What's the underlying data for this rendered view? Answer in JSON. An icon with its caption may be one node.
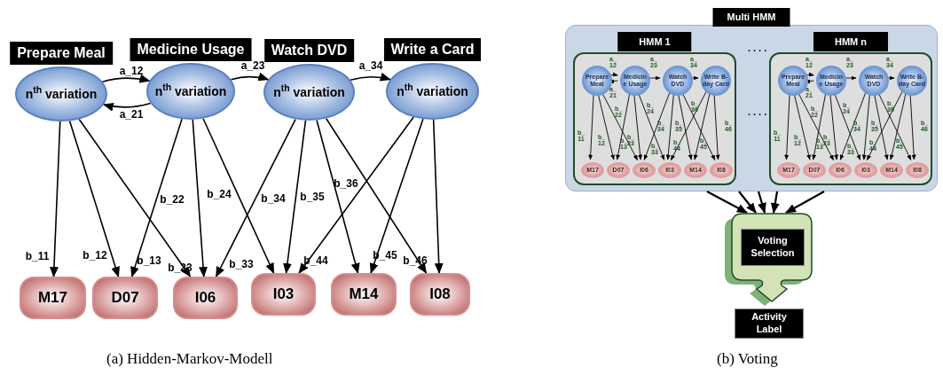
{
  "diagram": {
    "nodes": [
      {
        "text": [
          "Prepare Meal",
          "n$^{th}$ variation"
        ]
      },
      {
        "text": [
          "Medicine Usage",
          "n$^{th}$ variation"
        ]
      },
      {
        "text": [
          "Watch DVD",
          "n$^{th}$ variation"
        ]
      },
      {
        "text": [
          "Write a Card",
          "n$^{th}$ variation"
        ]
      },
      {
        "text": [
          "M17"
        ]
      },
      {
        "text": [
          "D07"
        ]
      },
      {
        "text": [
          "I06"
        ]
      },
      {
        "text": [
          "I03"
        ]
      },
      {
        "text": [
          "M14"
        ]
      },
      {
        "text": [
          "I08"
        ]
      },
      {
        "text": [
          "Multi HMM"
        ]
      },
      {
        "text": [
          "HMM 1"
        ],
        "in": 10
      },
      {
        "text": [
          "Prepare Meal"
        ],
        "in": 11
      },
      {
        "text": [
          "Medicin e Usage"
        ],
        "in": 11
      },
      {
        "text": [
          "Watch DVD"
        ],
        "in": 11
      },
      {
        "text": [
          "Write B-day Card"
        ],
        "in": 11
      },
      {
        "text": [
          "M17"
        ],
        "in": 11
      },
      {
        "text": [
          "D07"
        ],
        "in": 11
      },
      {
        "text": [
          "I06"
        ],
        "in": 11
      },
      {
        "text": [
          "I03"
        ],
        "in": 11
      },
      {
        "text": [
          "M14"
        ],
        "in": 11
      },
      {
        "text": [
          "I08"
        ],
        "in": 11
      },
      {
        "text": [
          "HMM n"
        ],
        "in": 10
      },
      {
        "text": [
          "Prepare Meal"
        ],
        "in": 22
      },
      {
        "text": [
          "Medicin e Usage"
        ],
        "in": 22
      },
      {
        "text": [
          "Watch DVD"
        ],
        "in": 22
      },
      {
        "text": [
          "Write B-day Card"
        ],
        "in": 22
      },
      {
        "text": [
          "M17"
        ],
        "in": 22
      },
      {
        "text": [
          "D07"
        ],
        "in": 22
      },
      {
        "text": [
          "I06"
        ],
        "in": 22
      },
      {
        "text": [
          "I03"
        ],
        "in": 22
      },
      {
        "text": [
          "M14"
        ],
        "in": 22
      },
      {
        "text": [
          "I08"
        ],
        "in": 22
      },
      {
        "text": [
          "Voting Selection"
        ]
      },
      {
        "text": [
          "Activity Label"
        ]
      }
    ],
    "edges": [
      {
        "from": 0,
        "to": 1,
        "arrow": "to",
        "label": "a_12"
      },
      {
        "from": 1,
        "to": 0,
        "arrow": "to",
        "label": "a_21"
      },
      {
        "from": 1,
        "to": 2,
        "arrow": "to",
        "label": "a_23"
      },
      {
        "from": 2,
        "to": 3,
        "arrow": "to",
        "label": "a_34"
      },
      {
        "from": 0,
        "to": 4,
        "arrow": "to",
        "label": "b_11"
      },
      {
        "from": 0,
        "to": 5,
        "arrow": "to",
        "label": "b_12"
      },
      {
        "from": 0,
        "to": 6,
        "arrow": "to",
        "label": "b_13"
      },
      {
        "from": 1,
        "to": 5,
        "arrow": "to",
        "label": "b_22"
      },
      {
        "from": 1,
        "to": 6,
        "arrow": "to",
        "label": "b_23"
      },
      {
        "from": 1,
        "to": 7,
        "arrow": "to",
        "label": "b_24"
      },
      {
        "from": 2,
        "to": 6,
        "arrow": "to",
        "label": "b_33"
      },
      {
        "from": 2,
        "to": 7,
        "arrow": "to",
        "label": "b_34"
      },
      {
        "from": 2,
        "to": 8,
        "arrow": "to",
        "label": "b_35"
      },
      {
        "from": 2,
        "to": 9,
        "arrow": "to",
        "label": "b_36"
      },
      {
        "from": 3,
        "to": 7,
        "arrow": "to",
        "label": "b_44"
      },
      {
        "from": 3,
        "to": 8,
        "arrow": "to",
        "label": "b_45"
      },
      {
        "from": 3,
        "to": 9,
        "arrow": "to",
        "label": "b_46"
      },
      {
        "from": 12,
        "to": 13,
        "arrow": "to",
        "label": "a_ 12"
      },
      {
        "from": 13,
        "to": 12,
        "arrow": "to",
        "label": "a_ 21"
      },
      {
        "from": 13,
        "to": 14,
        "arrow": "to",
        "label": "a_ 23"
      },
      {
        "from": 14,
        "to": 15,
        "arrow": "to",
        "label": "a_ 34"
      },
      {
        "from": 12,
        "to": 16,
        "arrow": "to",
        "label": "b_ 11"
      },
      {
        "from": 12,
        "to": 17,
        "arrow": "to",
        "label": "b_ 12"
      },
      {
        "from": 12,
        "to": 18,
        "arrow": "to",
        "label": "b_ 13"
      },
      {
        "from": 13,
        "to": 17,
        "arrow": "to",
        "label": "b_ 22"
      },
      {
        "from": 13,
        "to": 18,
        "arrow": "to",
        "label": "b_ 23"
      },
      {
        "from": 13,
        "to": 19,
        "arrow": "to",
        "label": "b_ 24"
      },
      {
        "from": 14,
        "to": 18,
        "arrow": "to",
        "label": "b_ 33"
      },
      {
        "from": 14,
        "to": 19,
        "arrow": "to",
        "label": "b_ 34"
      },
      {
        "from": 14,
        "to": 20,
        "arrow": "to",
        "label": "b_ 35"
      },
      {
        "from": 14,
        "to": 21,
        "arrow": "to",
        "label": "b_ 36"
      },
      {
        "from": 15,
        "to": 19,
        "arrow": "to",
        "label": "b_ 44"
      },
      {
        "from": 15,
        "to": 20,
        "arrow": "to",
        "label": "b_ 45"
      },
      {
        "from": 15,
        "to": 21,
        "arrow": "to",
        "label": "b_ 46"
      },
      {
        "from": 23,
        "to": 24,
        "arrow": "to",
        "label": "a_ 12"
      },
      {
        "from": 24,
        "to": 23,
        "arrow": "to",
        "label": "a_ 21"
      },
      {
        "from": 24,
        "to": 25,
        "arrow": "to",
        "label": "a_ 23"
      },
      {
        "from": 25,
        "to": 26,
        "arrow": "to",
        "label": "a_ 34"
      },
      {
        "from": 23,
        "to": 27,
        "arrow": "to",
        "label": "b_ 11"
      },
      {
        "from": 23,
        "to": 28,
        "arrow": "to",
        "label": "b_ 12"
      },
      {
        "from": 23,
        "to": 29,
        "arrow": "to",
        "label": "b_ 13"
      },
      {
        "from": 24,
        "to": 28,
        "arrow": "to",
        "label": "b_ 22"
      },
      {
        "from": 24,
        "to": 29,
        "arrow": "to",
        "label": "b_ 23"
      },
      {
        "from": 24,
        "to": 30,
        "arrow": "to",
        "label": "b_ 24"
      },
      {
        "from": 25,
        "to": 29,
        "arrow": "to",
        "label": "b_ 33"
      },
      {
        "from": 25,
        "to": 30,
        "arrow": "to",
        "label": "b_ 34"
      },
      {
        "from": 25,
        "to": 31,
        "arrow": "to",
        "label": "b_ 35"
      },
      {
        "from": 25,
        "to": 32,
        "arrow": "to",
        "label": "b_ 36"
      },
      {
        "from": 26,
        "to": 30,
        "arrow": "to",
        "label": "b_ 44"
      },
      {
        "from": 26,
        "to": 31,
        "arrow": "to",
        "label": "b_ 45"
      },
      {
        "from": 26,
        "to": 32,
        "arrow": "to",
        "label": "b_ 46"
      },
      {
        "from": 10,
        "to": 33,
        "arrow": "to"
      },
      {
        "from": 10,
        "to": 33,
        "arrow": "to"
      },
      {
        "from": 10,
        "to": 33,
        "arrow": "to"
      },
      {
        "from": 10,
        "to": 33,
        "arrow": "to"
      },
      {
        "from": 10,
        "to": 33,
        "arrow": "to"
      }
    ],
    "labels": [
      "....",
      "....",
      "(a) Hidden-Markov-Modell",
      "(b) Voting"
    ]
  }
}
